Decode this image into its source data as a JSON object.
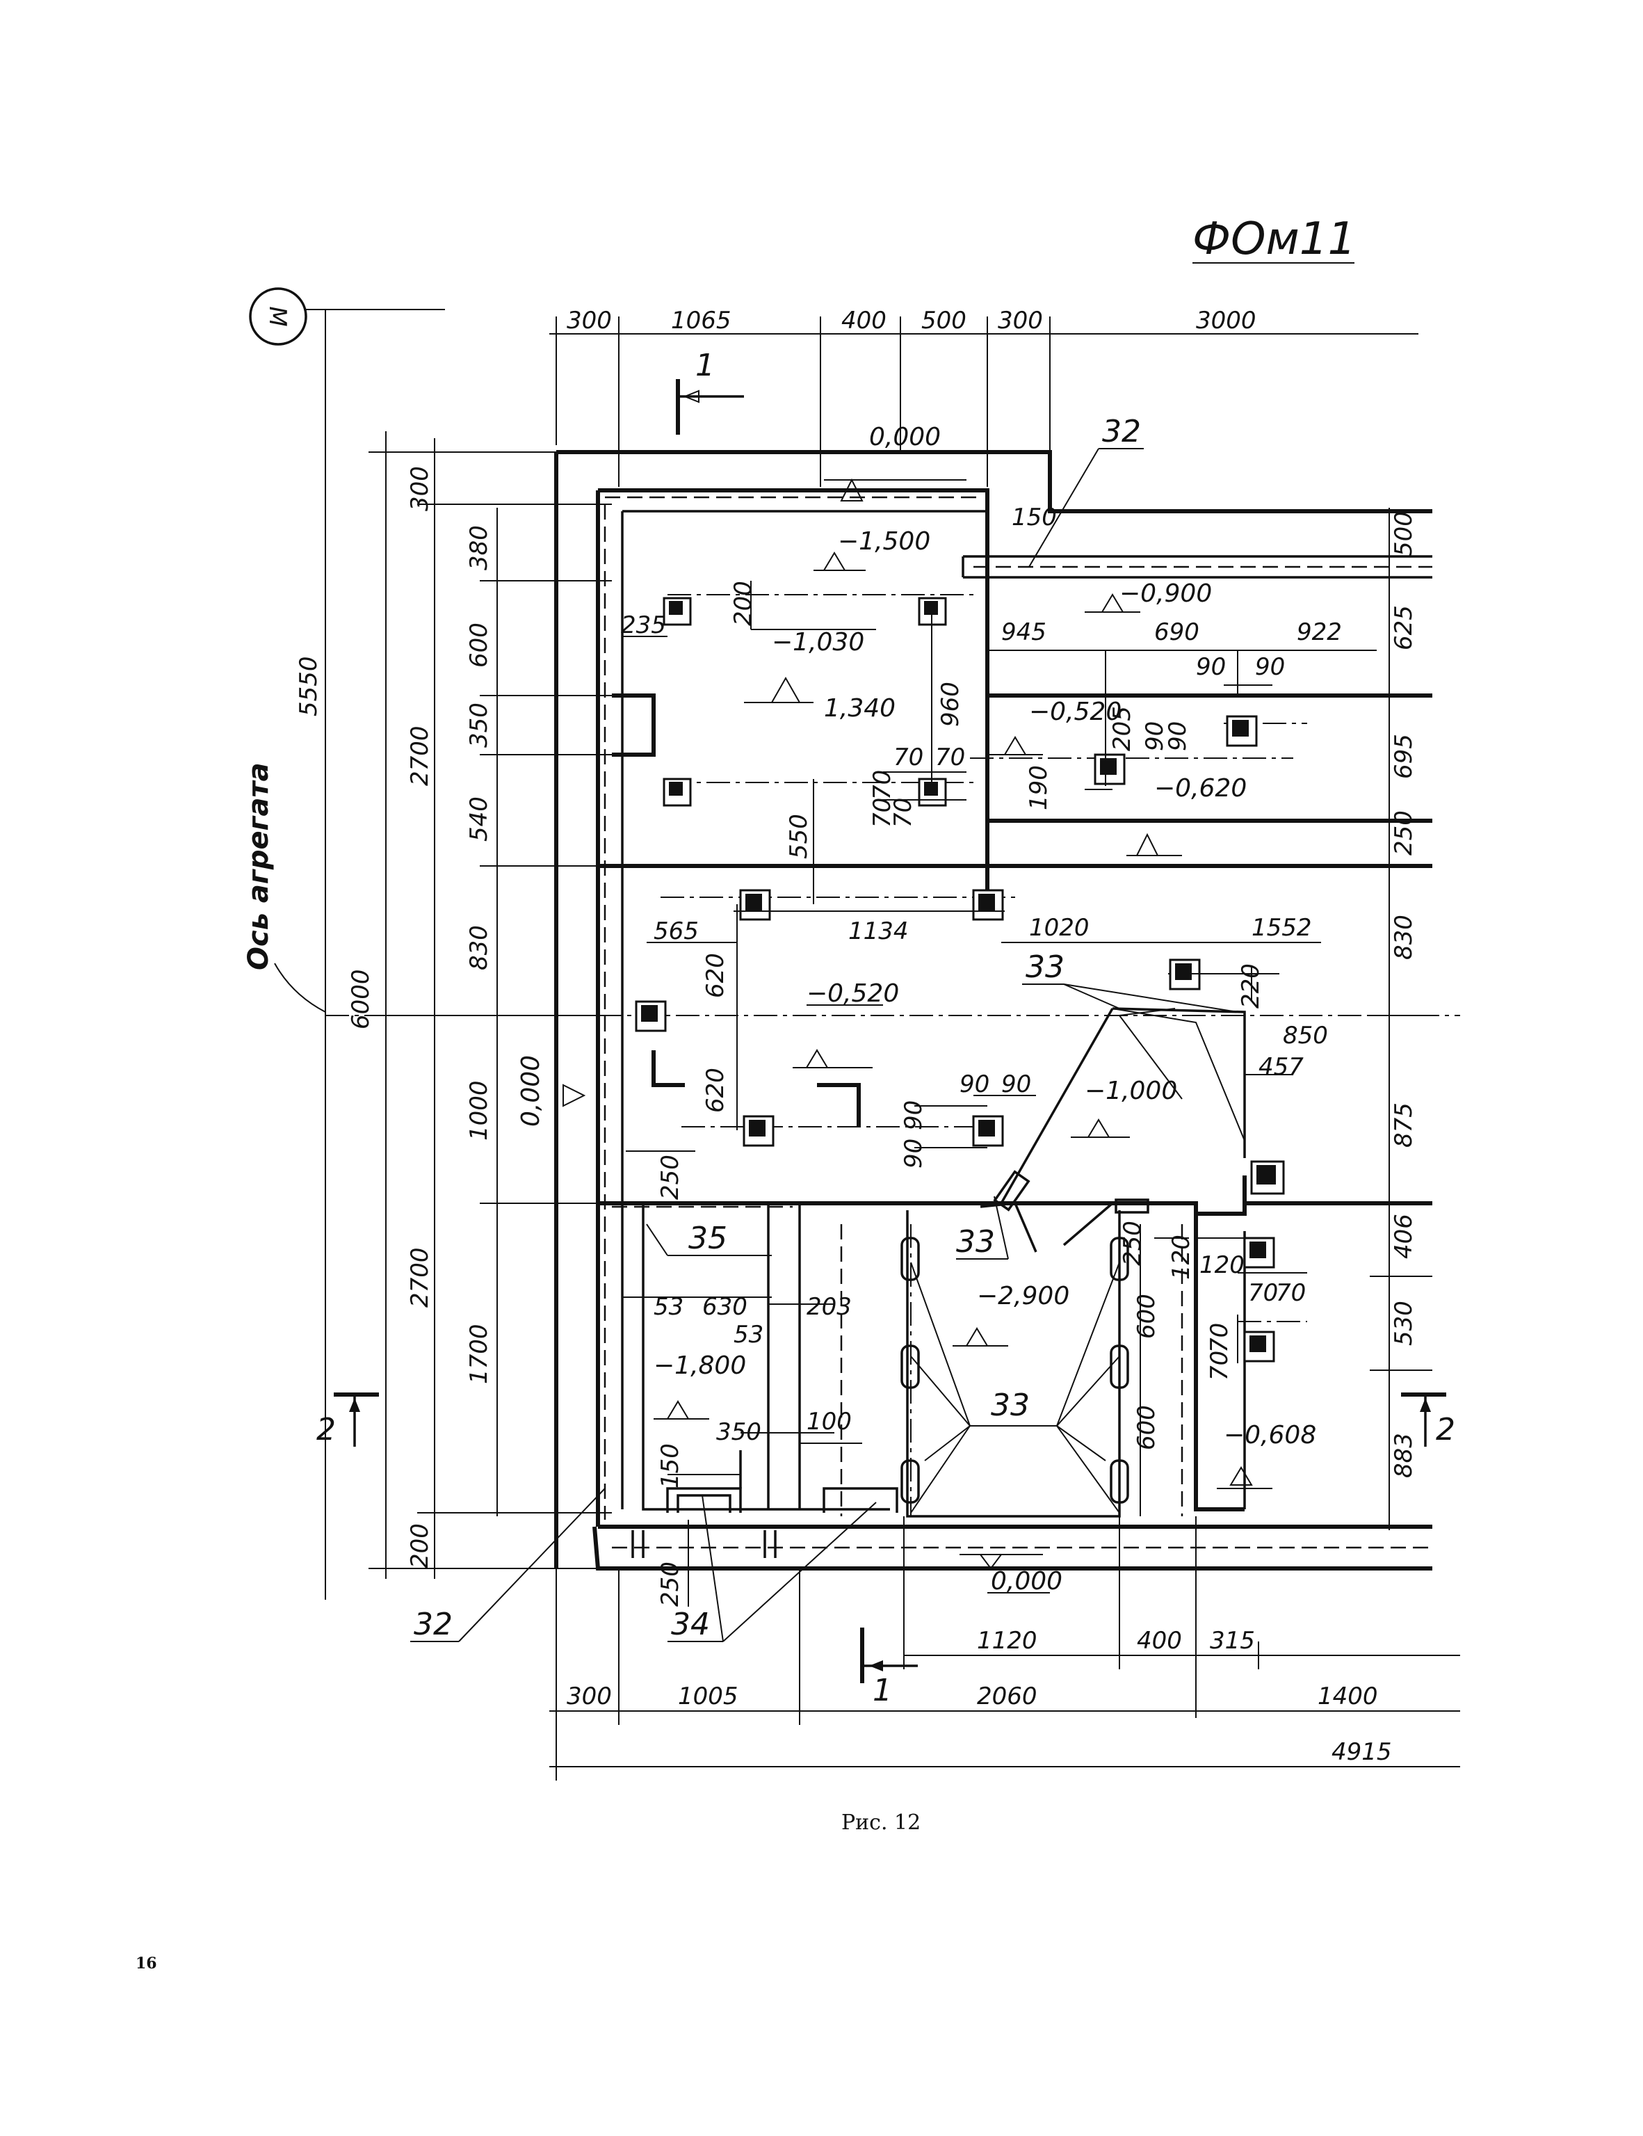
{
  "title": "ФОм11",
  "axis_marker": "М",
  "axis_label": "Ось агрегата",
  "caption": "Рис. 12",
  "page_number": "16",
  "section_marks": {
    "s1_top": "1",
    "s1_bottom": "1",
    "s2_left": "2",
    "s2_right": "2"
  },
  "top_dims": [
    "300",
    "1065",
    "400",
    "500",
    "300",
    "3000"
  ],
  "bottom_dims_1": [
    "1120",
    "400",
    "315"
  ],
  "bottom_dims_2": [
    "300",
    "1005",
    "2060",
    "1400"
  ],
  "bottom_total": "4915",
  "left_outer": [
    "5550",
    "6000"
  ],
  "left_mid": [
    "300",
    "2700",
    "2700",
    "200"
  ],
  "left_inner": [
    "380",
    "600",
    "350",
    "540",
    "830",
    "1000",
    "1700"
  ],
  "right_dims": [
    "500",
    "625",
    "695",
    "250",
    "830",
    "850",
    "875",
    "406",
    "530",
    "883"
  ],
  "elevations": {
    "e_top": "0,000",
    "e_m1500": "−1,500",
    "e_m0900": "−0,900",
    "e_m1030": "−1,030",
    "e_1340": "1,340",
    "e_m0520a": "−0,520",
    "e_m0620": "−0,620",
    "e_m0520b": "−0,520",
    "e_m1000": "−1,000",
    "e_left": "0,000",
    "e_m2900": "−2,900",
    "e_m1800": "−1,800",
    "e_m0608": "−0,608",
    "e_bottom": "0,000"
  },
  "inner_dims": {
    "d150": "150",
    "d235": "235",
    "d200": "200",
    "d945": "945",
    "d690": "690",
    "d922": "922",
    "d90a": "90",
    "d90b": "90",
    "d960": "960",
    "d205": "205",
    "d90c": "90",
    "d90d": "90",
    "d70a": "70",
    "d70b": "70",
    "d70c": "70",
    "d70d": "70",
    "d70e": "70",
    "d190": "190",
    "d550": "550",
    "d565": "565",
    "d1134": "1134",
    "d1020": "1020",
    "d1552": "1552",
    "d620a": "620",
    "d620b": "620",
    "d220": "220",
    "d457": "457",
    "d90e": "90",
    "d90f": "90",
    "d90g": "90",
    "d90h": "90",
    "d250a": "250",
    "d53a": "53",
    "d630": "630",
    "d203": "203",
    "d53b": "53",
    "d250b": "250",
    "d120a": "120",
    "d120b": "120",
    "d70f": "70",
    "d70g": "70",
    "d600a": "600",
    "d600b": "600",
    "d70h": "70",
    "d70i": "70",
    "d350": "350",
    "d100": "100",
    "d150b": "150",
    "d250c": "250"
  },
  "callouts": {
    "c32a": "32",
    "c32b": "32",
    "c33a": "33",
    "c33b": "33",
    "c33c": "33",
    "c34": "34",
    "c35": "35"
  }
}
